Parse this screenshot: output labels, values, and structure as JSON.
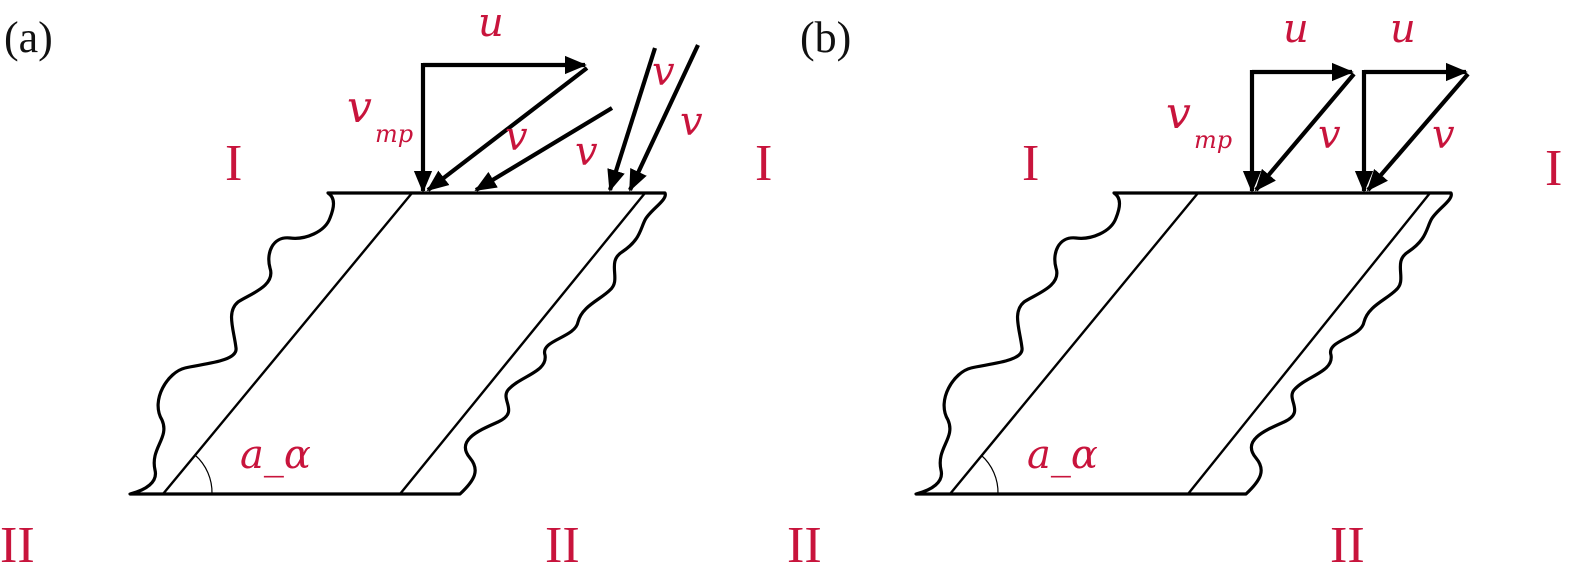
{
  "panels": [
    {
      "label": "(a)",
      "zone_top_left": "I",
      "zone_top_right": "I",
      "zone_bottom_left": "II",
      "zone_bottom_right": "II",
      "angle_label": "a_α",
      "u_label": "u",
      "vmp_label": "v",
      "vmp_sub": "mp",
      "v_labels": [
        "v",
        "v",
        "v",
        "v"
      ]
    },
    {
      "label": "(b)",
      "zone_top_left": "I",
      "zone_top_right": "I",
      "zone_bottom_left": "II",
      "zone_bottom_right": "II",
      "angle_label": "a_α",
      "u_labels": [
        "u",
        "u"
      ],
      "vmp_label": "v",
      "vmp_sub": "mp",
      "v_labels": [
        "v",
        "v"
      ]
    }
  ],
  "colors": {
    "label_red": "#c8143c",
    "line": "#000000"
  }
}
